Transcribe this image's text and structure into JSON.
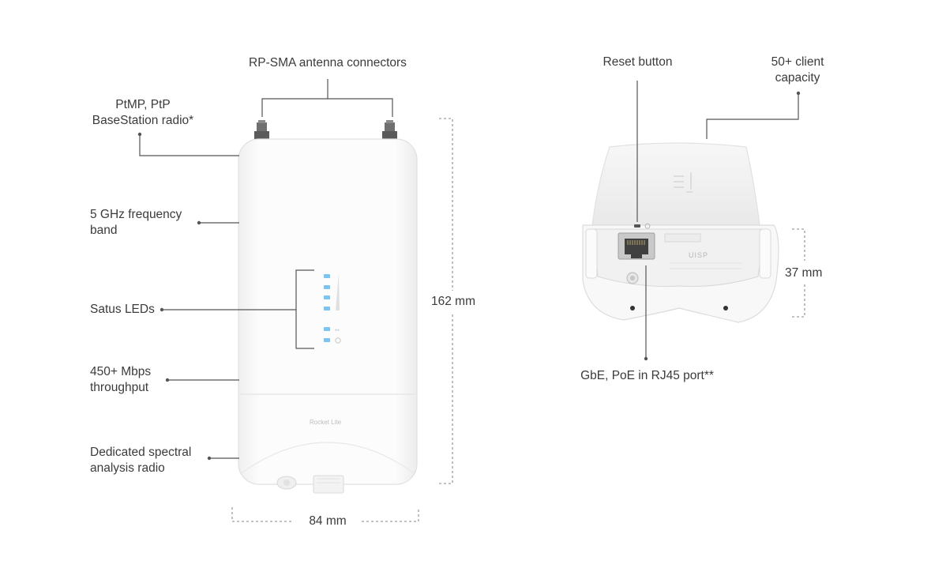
{
  "front": {
    "callout_ptmp": "PtMP, PtP\nBaseStation radio*",
    "callout_antenna": "RP-SMA antenna connectors",
    "callout_freq": "5 GHz frequency\nband",
    "callout_leds": "Satus LEDs",
    "callout_throughput": "450+ Mbps\nthroughput",
    "callout_spectral": "Dedicated spectral\nanalysis radio",
    "dim_height": "162 mm",
    "dim_width": "84 mm",
    "device_brand": "Rocket Lite"
  },
  "rear": {
    "callout_reset": "Reset button",
    "callout_clients": "50+ client\ncapacity",
    "callout_port": "GbE, PoE in RJ45 port**",
    "dim_depth": "37 mm",
    "device_logo": "UISP"
  },
  "colors": {
    "leader": "#555555",
    "dimension": "#8a8a8a",
    "led": "#7cc4f0",
    "device_body": "#fbfbfb",
    "device_outline": "#e2e2e2"
  }
}
